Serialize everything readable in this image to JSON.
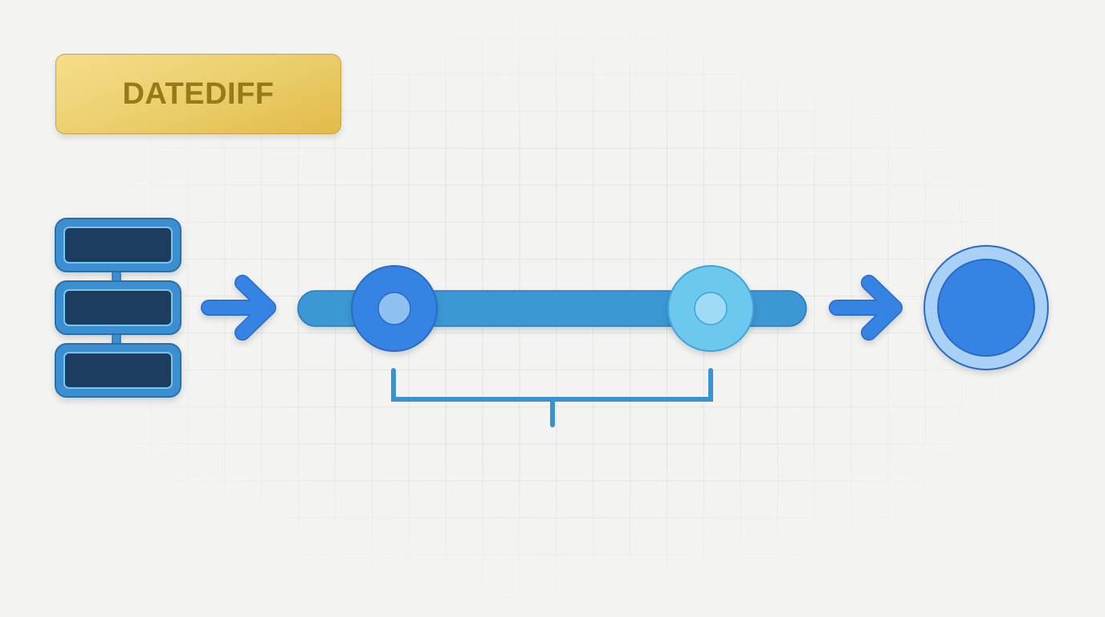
{
  "title": {
    "label": "DATEDIFF",
    "bg_color": "#ecd070",
    "text_color": "#9a7818"
  },
  "diagram": {
    "input_icon": "database-table-icon",
    "input_rows": 3,
    "arrows": [
      "arrow-right-icon",
      "arrow-right-icon"
    ],
    "timeline": {
      "start_marker": "start-date-marker",
      "end_marker": "end-date-marker",
      "bracket": "date-range-bracket"
    },
    "output_icon": "result-circle-icon",
    "colors": {
      "primary_blue": "#3584e4",
      "bar_blue": "#3a98d4",
      "light_blue": "#6cc8ee",
      "dark_navy": "#1e3e5e",
      "ring_blue": "#a9d0f5"
    }
  }
}
